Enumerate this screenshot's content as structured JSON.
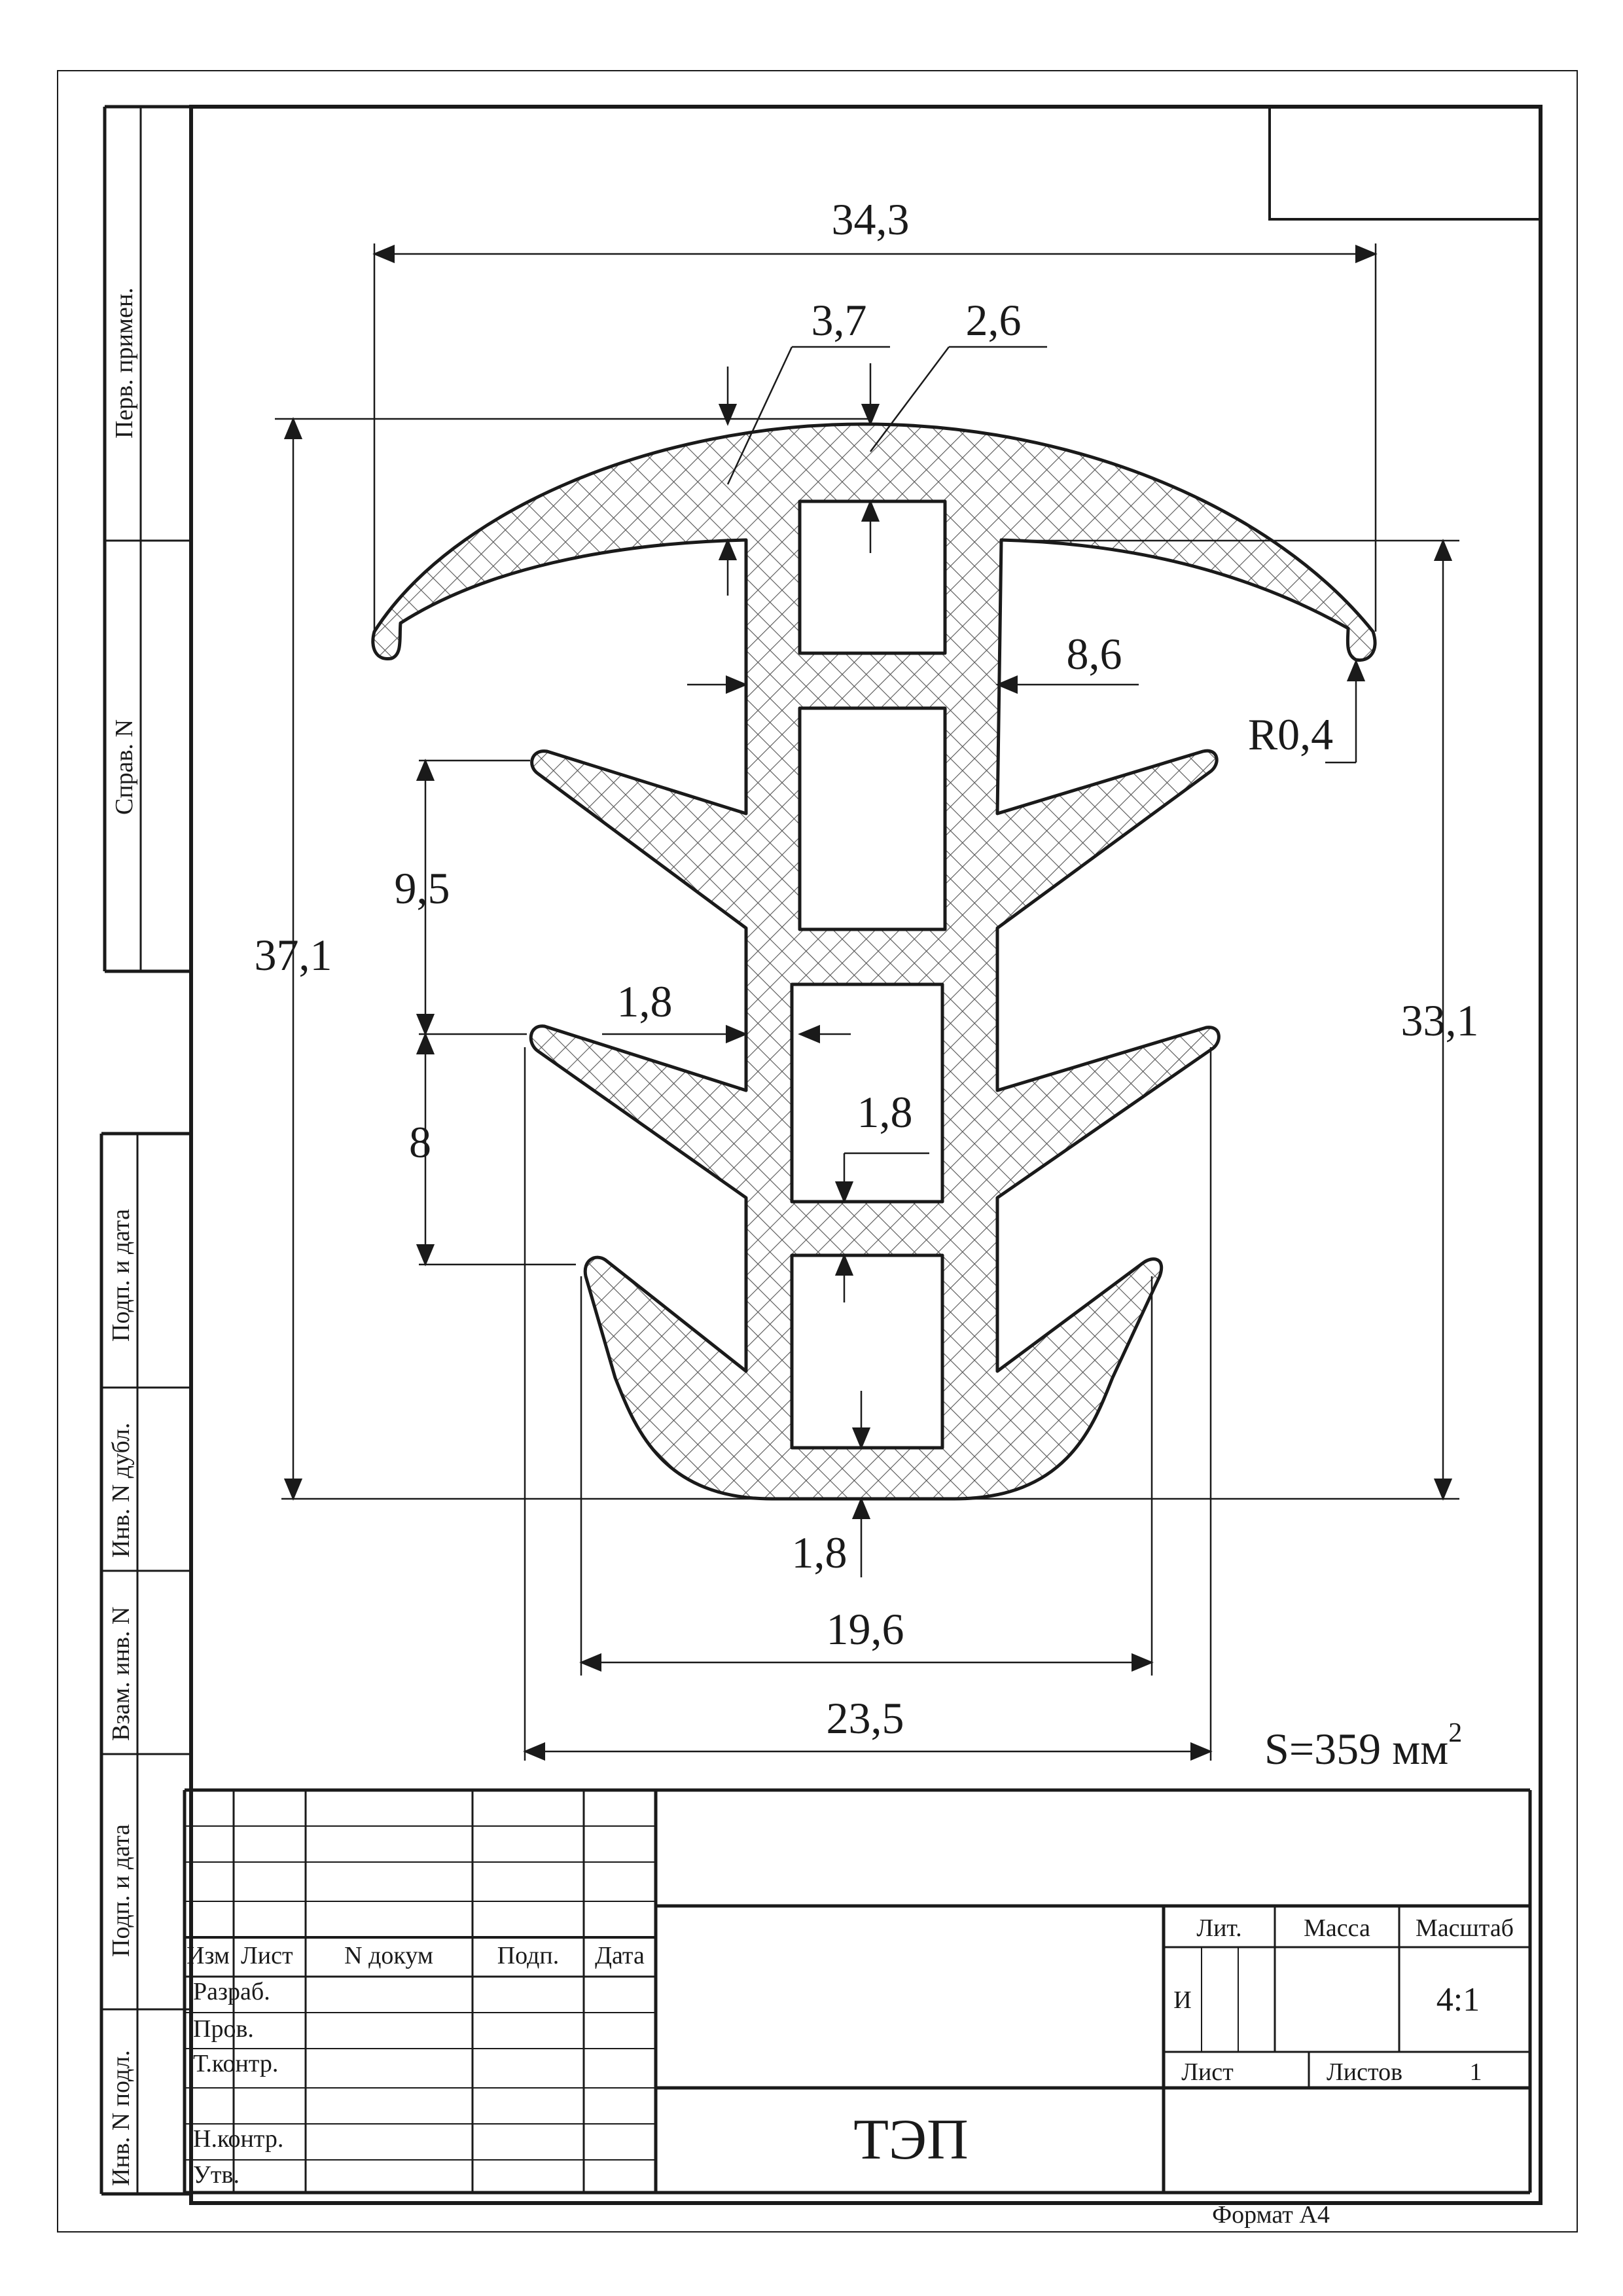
{
  "dimensions": {
    "overall_width": "34,3",
    "stem_top_thickness": "3,7",
    "cavity_top_wall": "2,6",
    "stem_width": "8,6",
    "edge_radius": "R0,4",
    "overall_height": "37,1",
    "height_below_flange": "33,1",
    "fin_pitch_upper": "9,5",
    "fin_pitch_lower": "8",
    "side_wall": "1,8",
    "cavity_partition": "1,8",
    "bottom_wall": "1,8",
    "bottom_fin_span": "19,6",
    "middle_fin_span": "23,5"
  },
  "area_label": "S=359 мм",
  "area_superscript": "2",
  "side_stamp": {
    "perv_primen": "Перв. примен.",
    "sprav_n": "Справ. N",
    "podp_data_1": "Подп. и дата",
    "inv_n_dubl": "Инв. N дубл.",
    "vzam_inv_n": "Взам. инв. N",
    "podp_data_2": "Подп. и дата",
    "inv_n_podl": "Инв. N подл."
  },
  "title_block": {
    "headers": {
      "izm": "Изм",
      "list": "Лист",
      "n_dokum": "N докум",
      "podp": "Подп.",
      "data": "Дата"
    },
    "roles": {
      "razrab": "Разраб.",
      "prov": "Пров.",
      "t_kontr": "Т.контр.",
      "n_kontr": "Н.контр.",
      "utv": "Утв."
    },
    "lit_label": "Лит.",
    "massa_label": "Масса",
    "masshtab_label": "Масштаб",
    "lit_value": "И",
    "scale_value": "4:1",
    "list_label": "Лист",
    "listov_label": "Листов",
    "listov_value": "1",
    "designation": "ТЭП",
    "format": "Формат А4"
  }
}
